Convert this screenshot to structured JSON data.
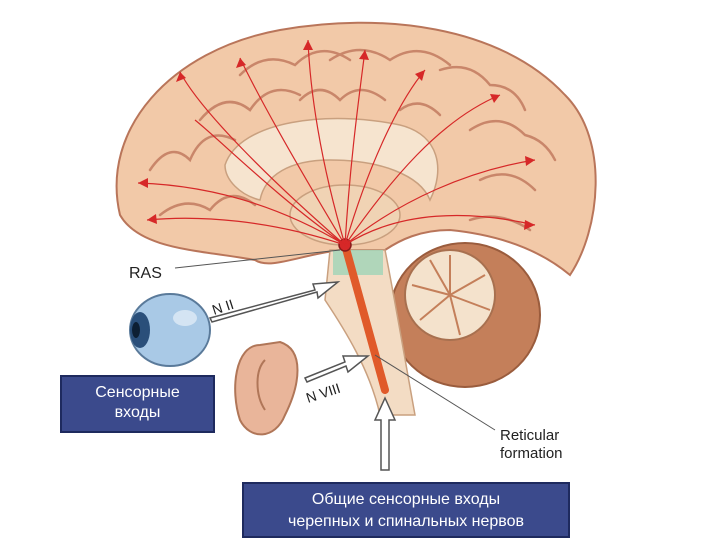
{
  "labels": {
    "ras": "RAS",
    "n2": "N II",
    "n8": "N VIII",
    "reticular_line1": "Reticular",
    "reticular_line2": "formation"
  },
  "boxes": {
    "sensory_inputs_line1": "Сенсорные",
    "sensory_inputs_line2": "входы",
    "general_line1": "Общие сенсорные входы",
    "general_line2": "черепных и спинальных нервов"
  },
  "colors": {
    "brain": "#f2c9a8",
    "brain_shadow": "#d89b76",
    "gyri": "#b9755a",
    "arrow": "#d62828",
    "box_fill": "#3b4a8c",
    "box_border": "#1e2a5e"
  }
}
